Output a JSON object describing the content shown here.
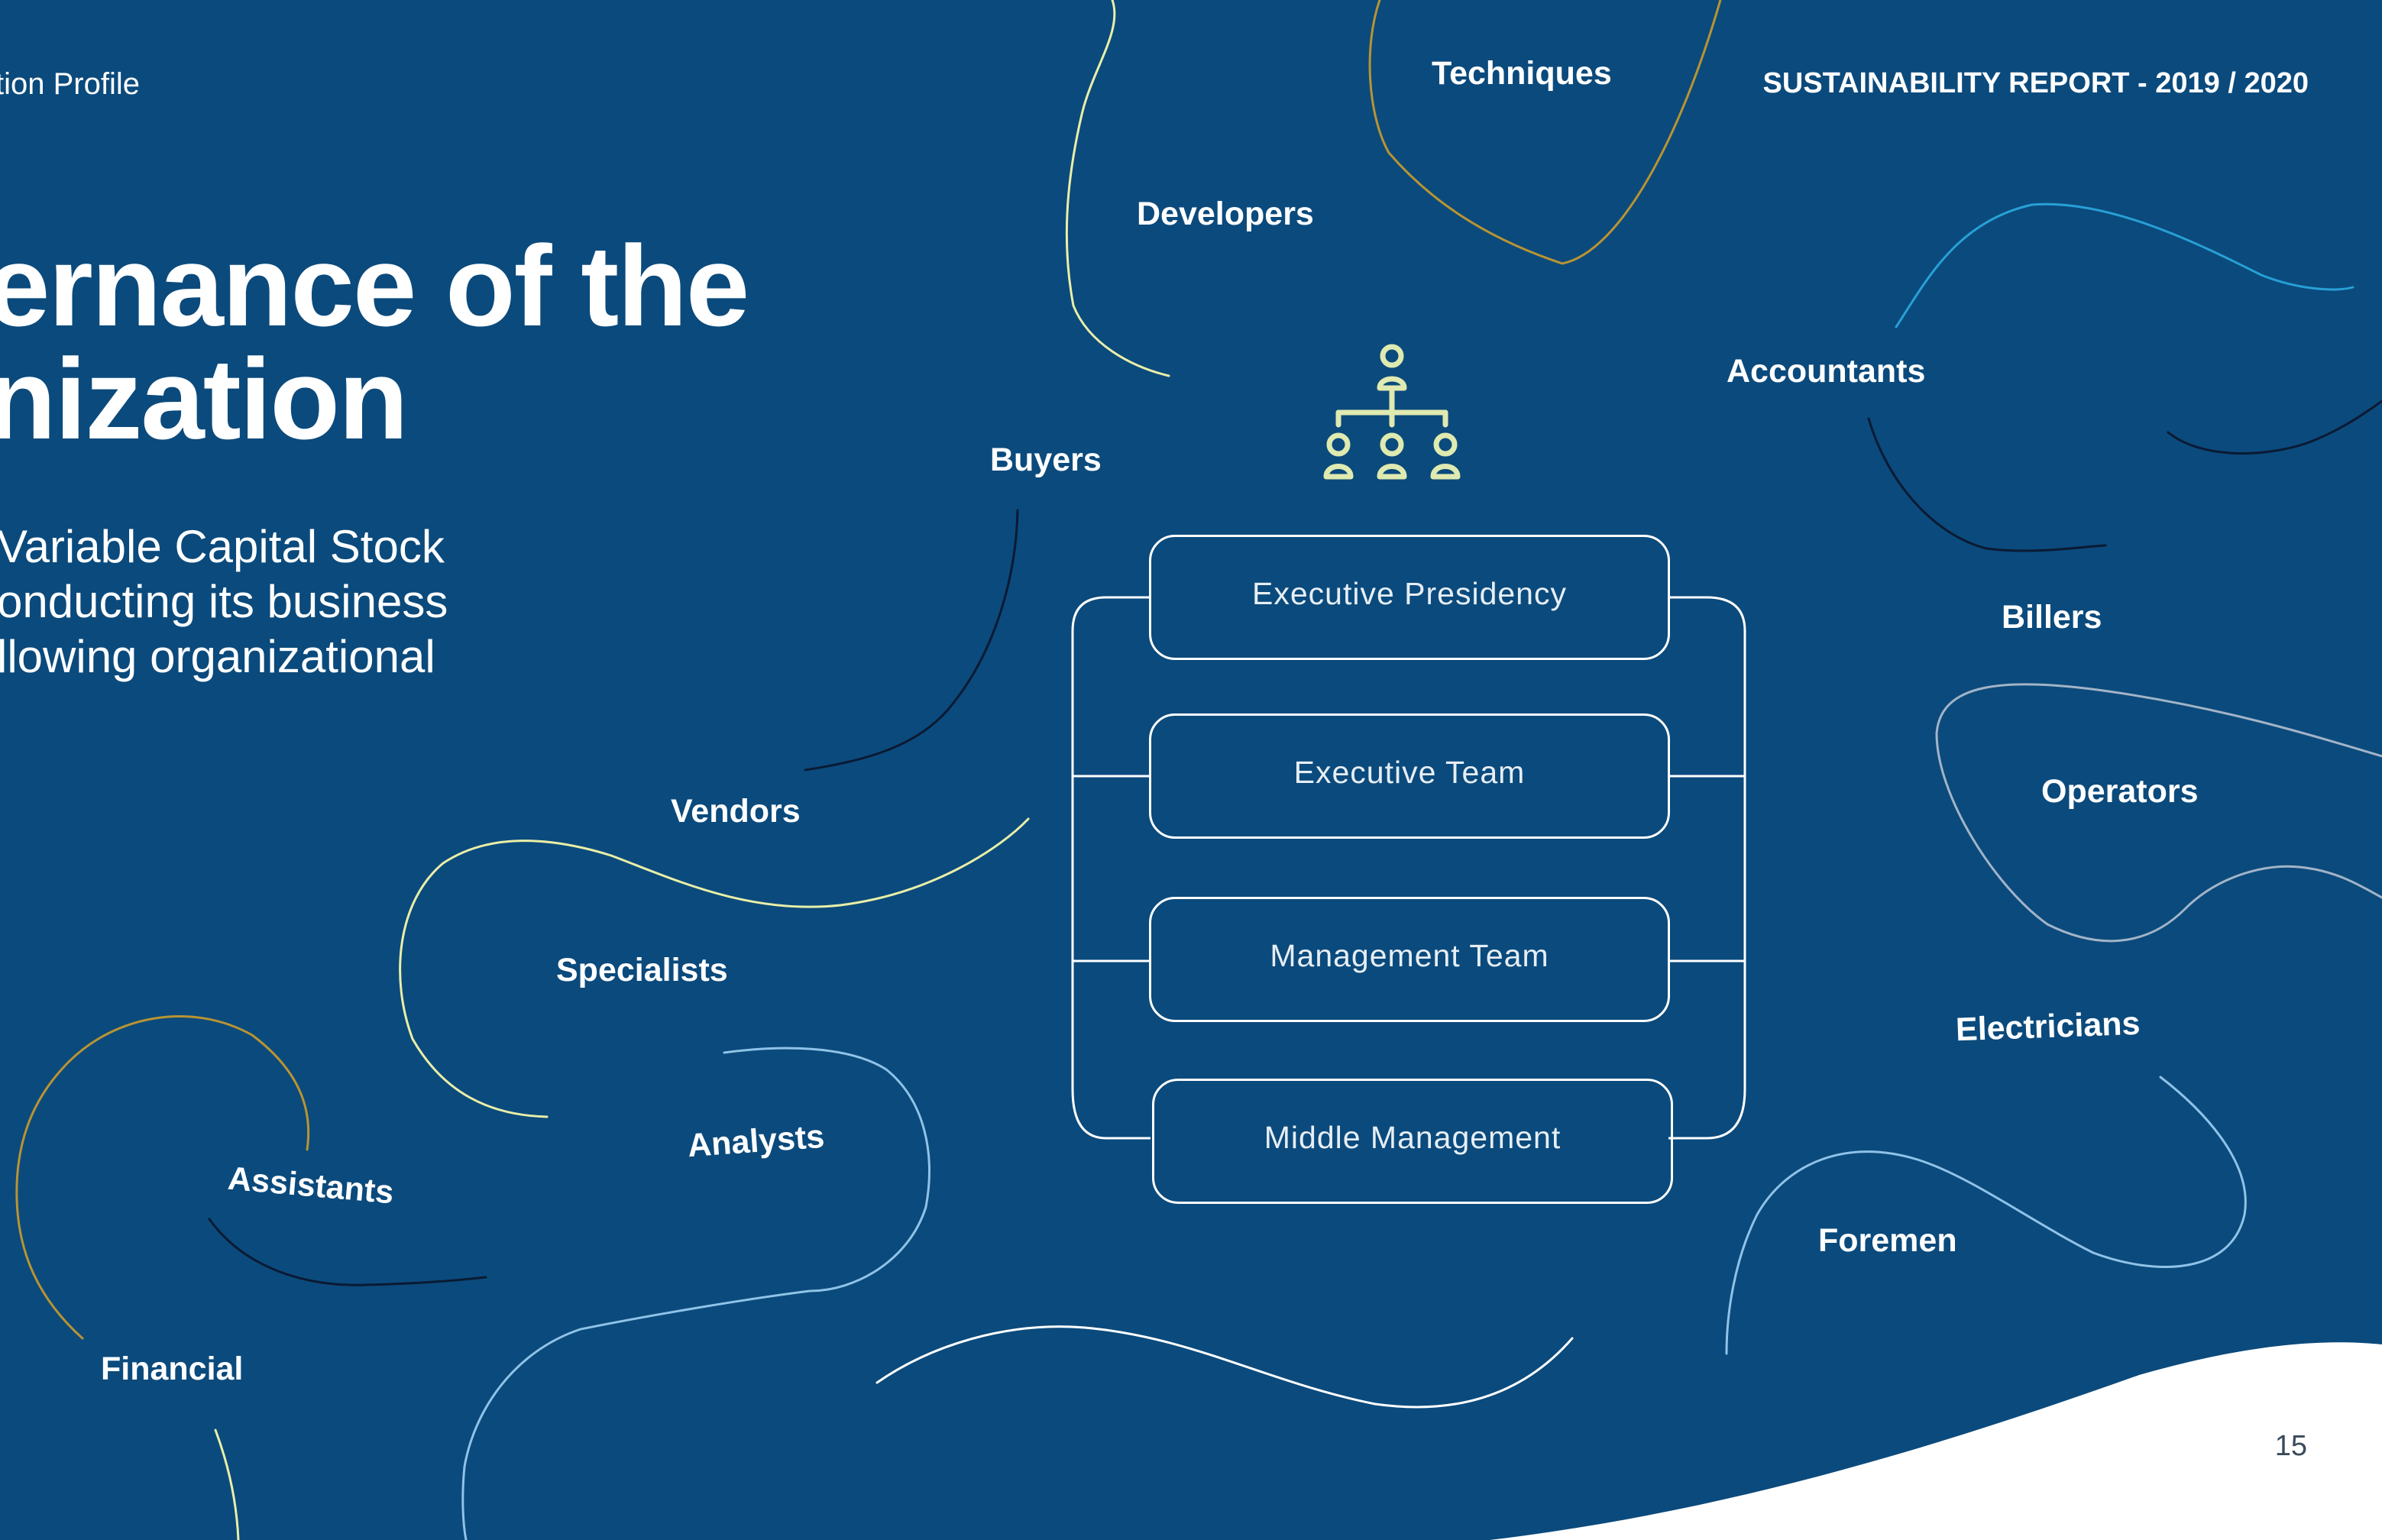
{
  "header": {
    "section": "tion Profile",
    "report": "SUSTAINABILITY REPORT - 2019 / 2020"
  },
  "title": {
    "line1": "ernance of the",
    "line2": "nization"
  },
  "intro": {
    "line1": "Variable Capital Stock",
    "line2": "onducting its business",
    "line3": "llowing organizational"
  },
  "roles": {
    "techniques": "Techniques",
    "developers": "Developers",
    "accountants": "Accountants",
    "buyers": "Buyers",
    "billers": "Billers",
    "vendors": "Vendors",
    "operators": "Operators",
    "specialists": "Specialists",
    "electricians": "Electricians",
    "analysts": "Analysts",
    "assistants": "Assistants",
    "foremen": "Foremen",
    "financial": "Financial"
  },
  "org_chart": {
    "icon": "org-chart-icon",
    "levels": [
      "Executive Presidency",
      "Executive Team",
      "Management Team",
      "Middle Management"
    ]
  },
  "colors": {
    "background": "#0b4a7c",
    "icon": "#dfeab0",
    "curve_yellow": "#e9efa8",
    "curve_gold": "#b89433",
    "curve_sky": "#27a0d6",
    "curve_light_blue": "#8fc3e8",
    "curve_dark": "#0a1a33",
    "curve_grey": "#a2b4c8"
  },
  "page_number": "15"
}
